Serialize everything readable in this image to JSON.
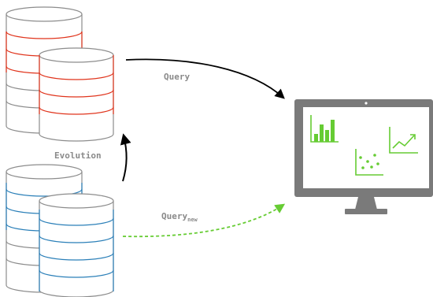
{
  "labels": {
    "query": "Query",
    "evolution": "Evolution",
    "query_new_main": "Query",
    "query_new_sub": "new"
  },
  "colors": {
    "old_db_accent": "#e0341c",
    "new_db_accent": "#2a7fb8",
    "db_body": "#8c8c8c",
    "query_arrow": "#000000",
    "query_new_arrow": "#66cc33",
    "monitor_frame": "#7a7a7a",
    "chart_green": "#66cc33"
  },
  "icons": {
    "old_databases": "database-stack-icon",
    "new_databases": "database-stack-icon",
    "monitor": "monitor-icon",
    "bar_chart": "bar-chart-icon",
    "scatter_chart": "scatter-chart-icon",
    "line_chart": "line-chart-icon"
  }
}
